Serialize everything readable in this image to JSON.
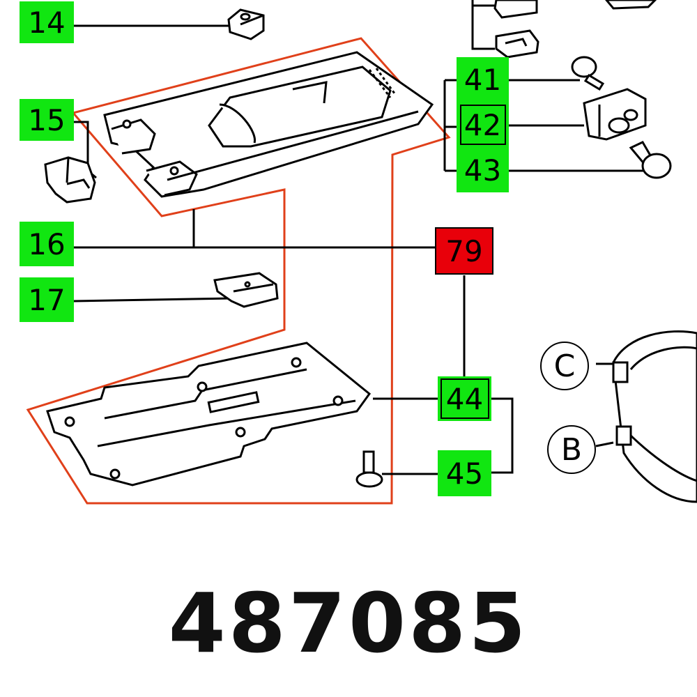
{
  "labels": {
    "l14": "14",
    "l15": "15",
    "l16": "16",
    "l17": "17",
    "l41": "41",
    "l42": "42",
    "l43": "43",
    "l44": "44",
    "l45": "45",
    "l79": "79",
    "circle_c": "C",
    "circle_b": "B"
  },
  "part_number": "487085",
  "colors": {
    "label_green": "#11e611",
    "highlight_red": "#e8000a",
    "outline_orange": "#e0401a"
  },
  "icons": [
    "nut-icon",
    "clip-icon",
    "base-plate-icon",
    "screw-icon",
    "bracket-icon",
    "sole-plate-icon",
    "housing-icon"
  ]
}
